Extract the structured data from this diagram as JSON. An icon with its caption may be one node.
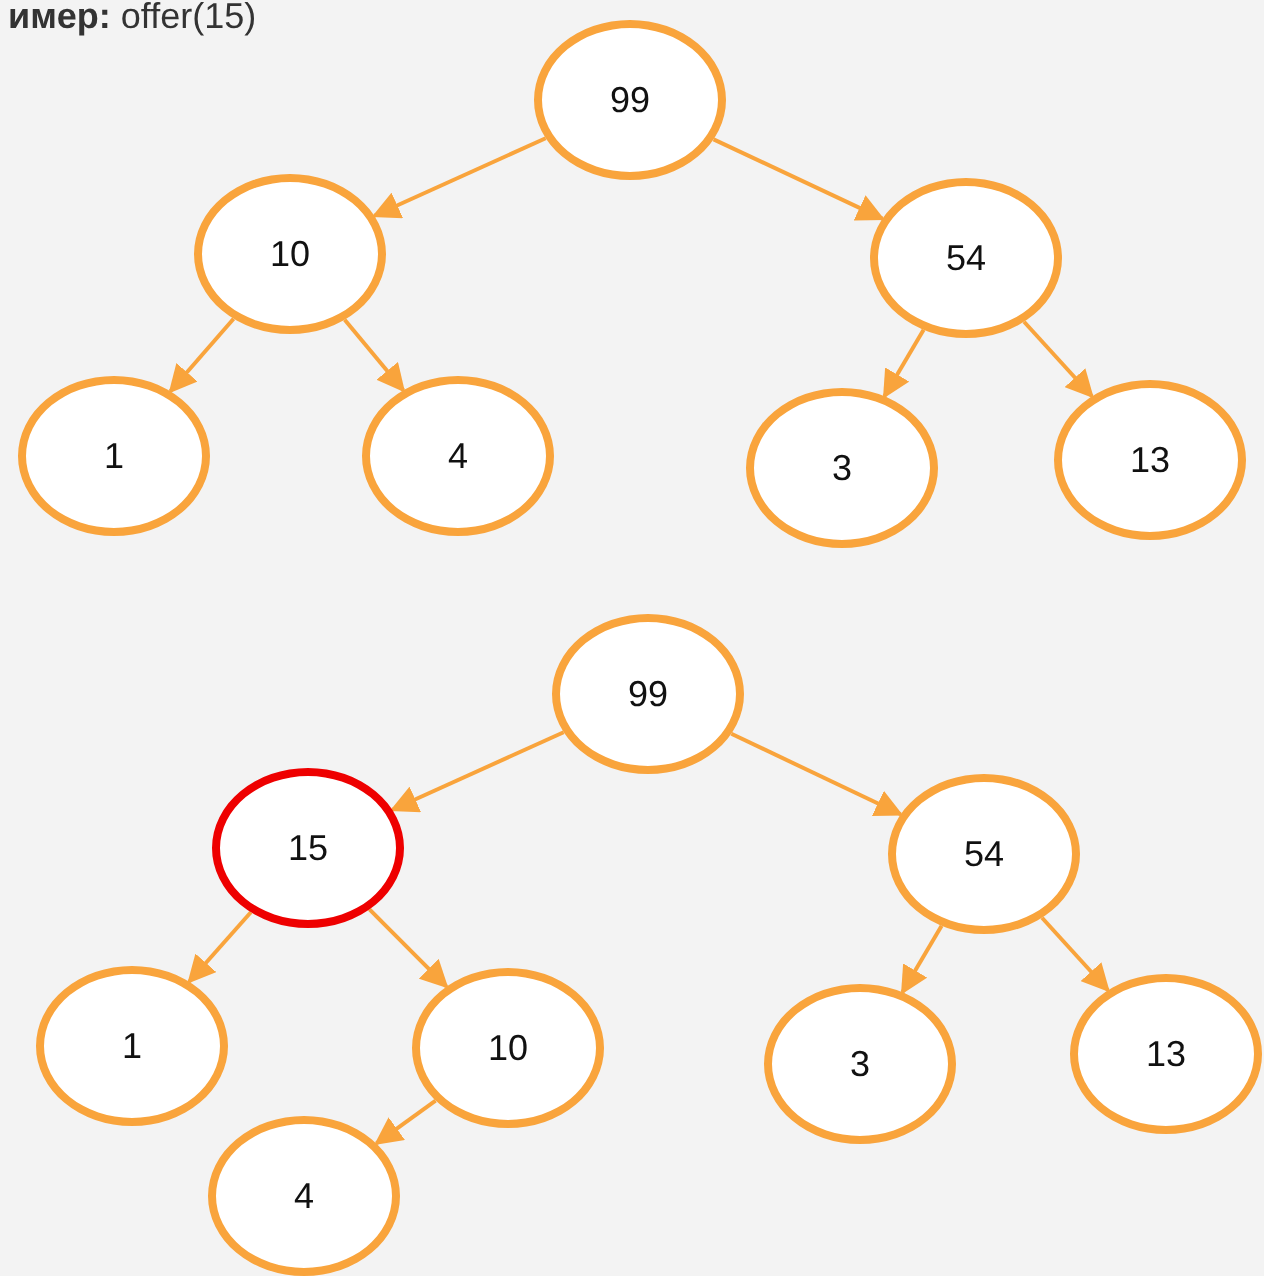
{
  "diagram": {
    "title": "**имер:** offer(15)",
    "nodes": [
      {
        "text": [
          "99"
        ]
      },
      {
        "text": [
          "10"
        ]
      },
      {
        "text": [
          "54"
        ]
      },
      {
        "text": [
          "1"
        ]
      },
      {
        "text": [
          "4"
        ]
      },
      {
        "text": [
          "3"
        ]
      },
      {
        "text": [
          "13"
        ]
      },
      {
        "text": [
          "99"
        ]
      },
      {
        "text": [
          "15"
        ]
      },
      {
        "text": [
          "54"
        ]
      },
      {
        "text": [
          "1"
        ]
      },
      {
        "text": [
          "10"
        ]
      },
      {
        "text": [
          "3"
        ]
      },
      {
        "text": [
          "13"
        ]
      },
      {
        "text": [
          "4"
        ]
      }
    ],
    "edges": [
      {
        "from": 0,
        "to": 1,
        "arrow": "to"
      },
      {
        "from": 0,
        "to": 2,
        "arrow": "to"
      },
      {
        "from": 1,
        "to": 3,
        "arrow": "to"
      },
      {
        "from": 1,
        "to": 4,
        "arrow": "to"
      },
      {
        "from": 2,
        "to": 5,
        "arrow": "to"
      },
      {
        "from": 2,
        "to": 6,
        "arrow": "to"
      },
      {
        "from": 7,
        "to": 8,
        "arrow": "to"
      },
      {
        "from": 7,
        "to": 9,
        "arrow": "to"
      },
      {
        "from": 8,
        "to": 10,
        "arrow": "to"
      },
      {
        "from": 8,
        "to": 11,
        "arrow": "to"
      },
      {
        "from": 9,
        "to": 12,
        "arrow": "to"
      },
      {
        "from": 9,
        "to": 13,
        "arrow": "to"
      },
      {
        "from": 11,
        "to": 14,
        "arrow": "to"
      }
    ]
  }
}
